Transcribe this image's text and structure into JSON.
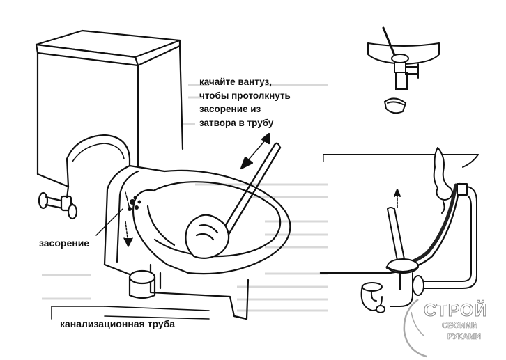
{
  "labels": {
    "instruction": "качайте вантуз, чтобы протолкнуть засорение из затвора в трубу",
    "clog": "засорение",
    "sewer_pipe": "канализационная труба"
  },
  "watermark": {
    "main": "СТРОЙ",
    "line1": "СВОИМИ",
    "line2": "РУКАМИ"
  },
  "colors": {
    "ink": "#111111",
    "watermark_gray": "#8a8a8a"
  }
}
